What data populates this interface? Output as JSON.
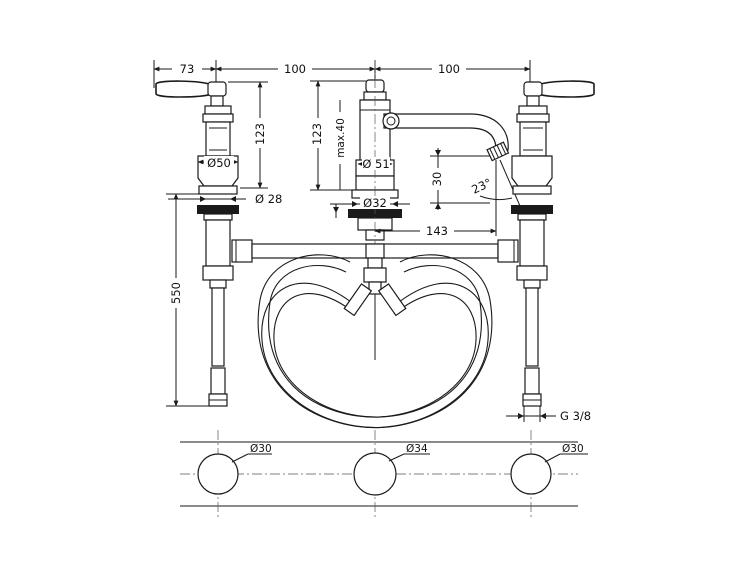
{
  "dimensions": {
    "offset_handle": "73",
    "spacing_left": "100",
    "spacing_right": "100",
    "height_handle": "123",
    "height_spout_total": "123",
    "height_spout_max": "max.40",
    "diameter_handle_body": "Ø50",
    "diameter_spout_body": "Ø 51",
    "diameter_handle_shank": "Ø 28",
    "diameter_spout_shank": "Ø32",
    "spout_clearance": "30",
    "spout_projection": "143",
    "spout_angle": "23°",
    "hose_length": "550",
    "connection_thread": "G 3/8"
  },
  "deck_holes": {
    "left": "Ø30",
    "center": "Ø34",
    "right": "Ø30"
  }
}
